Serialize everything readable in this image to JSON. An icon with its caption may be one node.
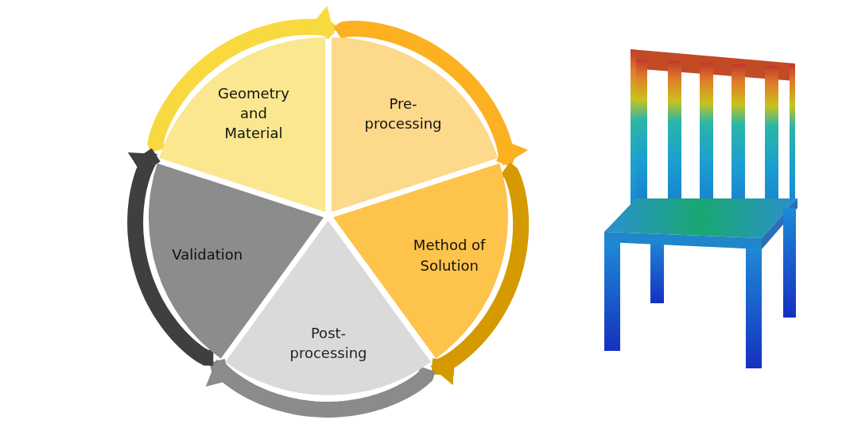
{
  "diagram": {
    "nodes": [
      {
        "text": [
          "Geometry and Material"
        ]
      },
      {
        "text": [
          "Pre- processing"
        ]
      },
      {
        "text": [
          "Method of Solution"
        ]
      },
      {
        "text": [
          "Post- processing"
        ]
      },
      {
        "text": [
          "Validation"
        ]
      }
    ],
    "edges": [
      {
        "from": 0,
        "to": 1,
        "arrow": "to",
        "color": "#f8d93f"
      },
      {
        "from": 1,
        "to": 2,
        "arrow": "to",
        "color": "#fbb120"
      },
      {
        "from": 2,
        "to": 3,
        "arrow": "to",
        "color": "#d49a00"
      },
      {
        "from": 3,
        "to": 4,
        "arrow": "to",
        "color": "#8a8b8d"
      },
      {
        "from": 4,
        "to": 0,
        "arrow": "to",
        "color": "#3f3f41"
      }
    ]
  }
}
